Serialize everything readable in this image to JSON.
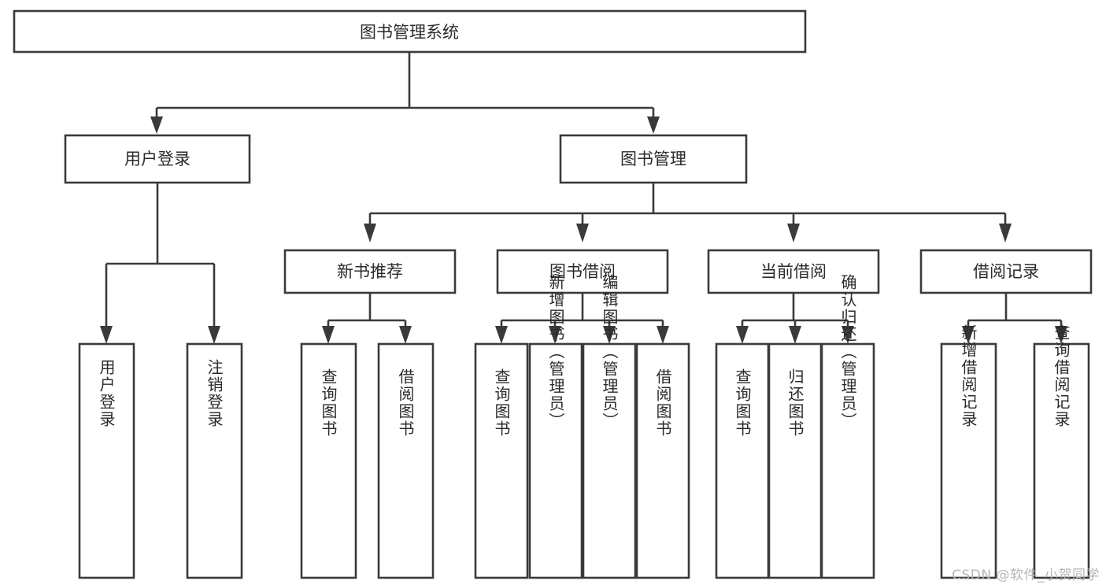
{
  "diagram": {
    "type": "tree",
    "title": "图书管理系统",
    "orientation": "top-down",
    "colors": {
      "stroke": "#3a3a3a",
      "fill": "#ffffff",
      "text": "#2b2b2b",
      "watermark": "#b6b6b6",
      "background": "#ffffff"
    },
    "root": {
      "label": "图书管理系统"
    },
    "level2": [
      {
        "id": "user-login",
        "label": "用户登录"
      },
      {
        "id": "book-manage",
        "label": "图书管理"
      }
    ],
    "level3": [
      {
        "id": "new-book-rec",
        "label": "新书推荐",
        "parent": "book-manage"
      },
      {
        "id": "book-borrow",
        "label": "图书借阅",
        "parent": "book-manage"
      },
      {
        "id": "current-borrow",
        "label": "当前借阅",
        "parent": "book-manage"
      },
      {
        "id": "borrow-record",
        "label": "借阅记录",
        "parent": "book-manage"
      }
    ],
    "leaves": {
      "user-login": [
        {
          "id": "leaf-user-login",
          "label": "用户登录"
        },
        {
          "id": "leaf-logout-login",
          "label": "注销登录"
        }
      ],
      "new-book-rec": [
        {
          "id": "leaf-query-book-1",
          "label": "查询图书"
        },
        {
          "id": "leaf-borrow-book-1",
          "label": "借阅图书"
        }
      ],
      "book-borrow": [
        {
          "id": "leaf-query-book-2",
          "label": "查询图书"
        },
        {
          "id": "leaf-add-book",
          "label": "新增图书（管理员）"
        },
        {
          "id": "leaf-edit-book",
          "label": "编辑图书（管理员）"
        },
        {
          "id": "leaf-borrow-book-2",
          "label": "借阅图书"
        }
      ],
      "current-borrow": [
        {
          "id": "leaf-query-book-3",
          "label": "查询图书"
        },
        {
          "id": "leaf-return-book",
          "label": "归还图书"
        },
        {
          "id": "leaf-confirm-return",
          "label": "确认归还（管理员）"
        }
      ],
      "borrow-record": [
        {
          "id": "leaf-add-record",
          "label": "新增借阅记录"
        },
        {
          "id": "leaf-query-record",
          "label": "查询借阅记录"
        }
      ]
    }
  },
  "watermark": {
    "text": "CSDN @软件_小贺同学"
  }
}
